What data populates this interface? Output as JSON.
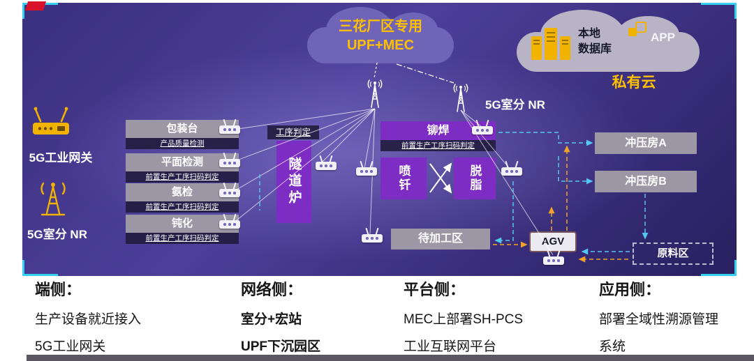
{
  "diagram": {
    "upf_cloud": {
      "line1": "三花厂区专用",
      "line2": "UPF+MEC"
    },
    "private_cloud": {
      "db_line1": "本地",
      "db_line2": "数据库",
      "app": "APP",
      "title": "私有云"
    },
    "indoor_nr_top": "5G室分 NR",
    "gateway_label": "5G工业网关",
    "indoor_nr_left": "5G室分 NR",
    "stations": [
      {
        "name": "包装台",
        "note": "产品质量检测"
      },
      {
        "name": "平面检测",
        "note": "前置生产工序扫码判定"
      },
      {
        "name": "氨检",
        "note": "前置生产工序扫码判定"
      },
      {
        "name": "钝化",
        "note": "前置生产工序扫码判定"
      }
    ],
    "process_tag": "工序判定",
    "tunnel_furnace": "隧道炉",
    "riveting": {
      "name": "铆焊",
      "note": "前置生产工序扫码判定"
    },
    "spray": "喷钎",
    "degrease": "脱脂",
    "staging_area": "待加工区",
    "agv": "AGV",
    "stamping_a": "冲压房A",
    "stamping_b": "冲压房B",
    "raw_material": "原料区"
  },
  "legend": {
    "columns": [
      {
        "title": "端侧：",
        "line1": "生产设备就近接入",
        "line2": "5G工业网关"
      },
      {
        "title": "网络侧：",
        "line1": "室分+宏站",
        "line2": "UPF下沉园区"
      },
      {
        "title": "平台侧：",
        "line1": "MEC上部署SH-PCS",
        "line2": "工业互联网平台"
      },
      {
        "title": "应用侧：",
        "line1": "部署全域性溯源管理",
        "line2": "系统"
      }
    ]
  },
  "colors": {
    "accent_yellow": "#FFC000",
    "icon_yellow": "#F2B200",
    "purple_box": "#7D2CC4",
    "gray_box": "#9B97A4",
    "cyan_line": "#54C8F0",
    "orange_line": "#F0A428"
  }
}
